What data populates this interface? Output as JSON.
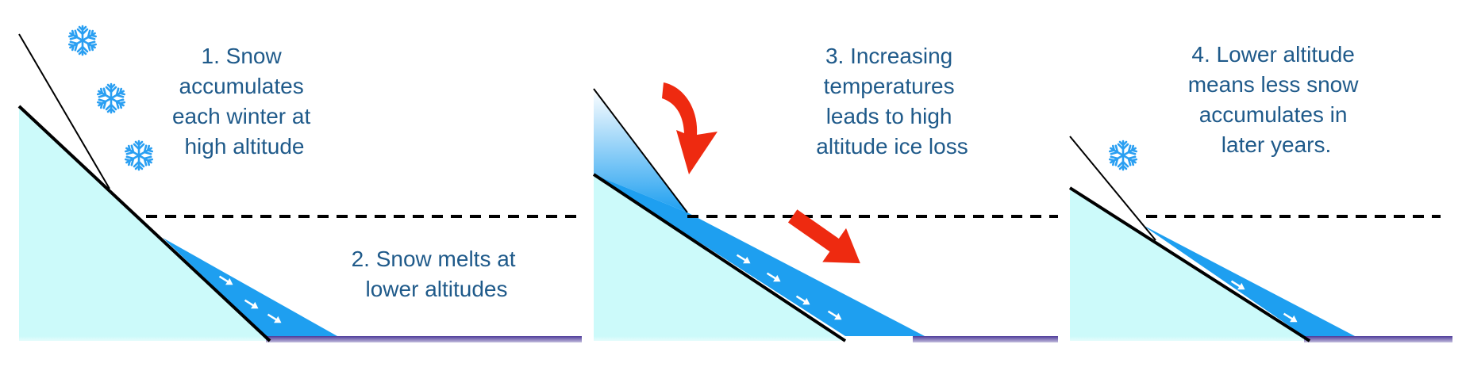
{
  "panels": [
    {
      "captions": [
        [
          "1. Snow",
          "accumulates",
          "each winter at",
          "high altitude"
        ],
        [
          "2. Snow melts at",
          "lower altitudes"
        ]
      ]
    },
    {
      "captions": [
        [
          "3. Increasing",
          "temperatures",
          "leads to high",
          "altitude ice loss"
        ]
      ]
    },
    {
      "captions": [
        [
          "4. Lower altitude",
          "means less snow",
          "accumulates in",
          "later years."
        ]
      ]
    }
  ],
  "colors": {
    "mountain": "#ccfafa",
    "glacier": "#1e9ff0",
    "glacier_fade": "#ffffff",
    "lake": "#4d3a99",
    "melt_arrow": "#ee2a10",
    "snowflake": "#2a9ff2",
    "text": "#1f5a8a",
    "snowline": "#000000",
    "flow_arrow": "#ffffff"
  },
  "icons": {
    "snowflake": "snowflake-icon",
    "flow": "flow-arrow-icon",
    "warming": "curved-arrow-icon"
  }
}
